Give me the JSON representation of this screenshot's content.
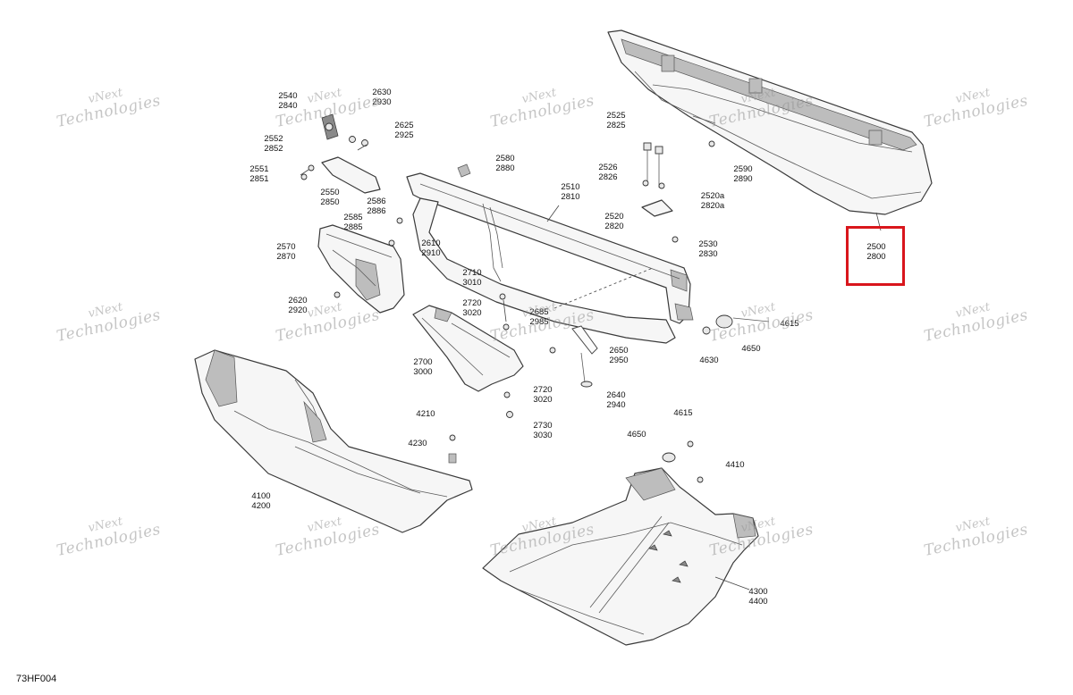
{
  "figure_code": "73HF004",
  "highlight_color": "#d9161c",
  "highlighted_callout": "2500\n2800",
  "watermark": {
    "line1": "vNext",
    "line2": "Technologies"
  },
  "callouts": [
    "2540\n2840",
    "2630\n2930",
    "2625\n2925",
    "2552\n2852",
    "2551\n2851",
    "2550\n2850",
    "2580\n2880",
    "2510\n2810",
    "2525\n2825",
    "2526\n2826",
    "2520a\n2820a",
    "2520\n2820",
    "2530\n2830",
    "2590\n2890",
    "2500\n2800",
    "2586\n2886",
    "2585\n2885",
    "2610\n2910",
    "2570\n2870",
    "2620\n2920",
    "2710\n3010",
    "2720\n3020",
    "2685\n2985",
    "2700\n3000",
    "2650\n2950",
    "2640\n2940",
    "2720\n3020",
    "2730\n3030",
    "4615",
    "4650",
    "4630",
    "4210",
    "4230",
    "4100\n4200",
    "4615",
    "4650",
    "4410",
    "4300\n4400"
  ]
}
